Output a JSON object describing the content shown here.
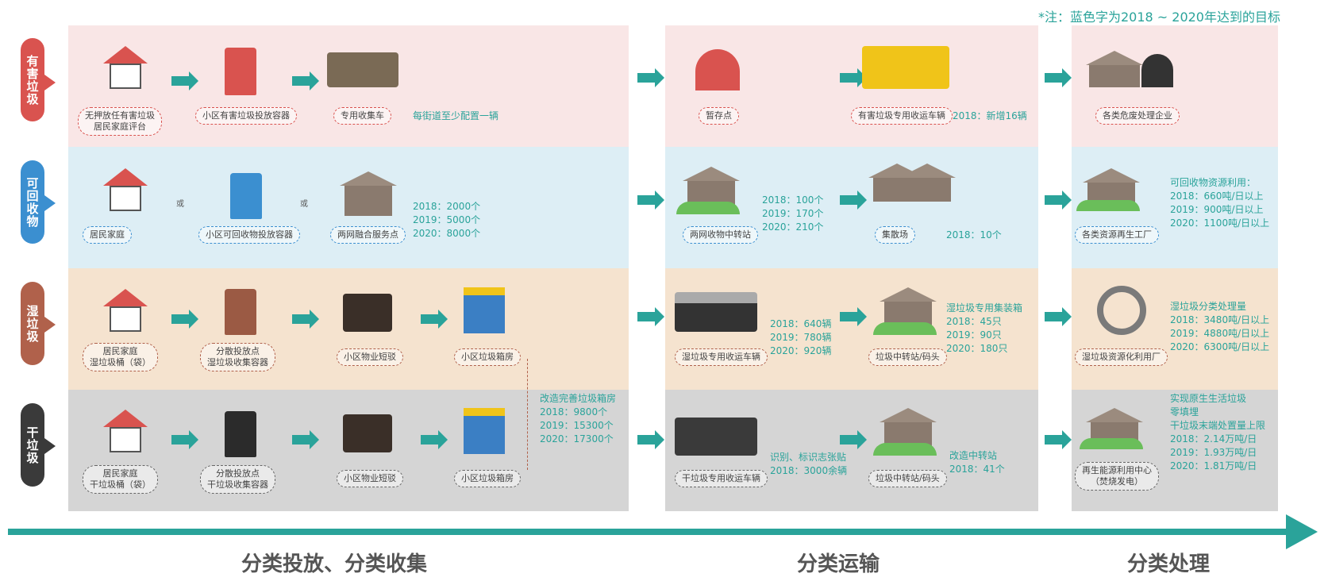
{
  "note": "*注：蓝色字为2018 ~ 2020年达到的目标",
  "colors": {
    "teal": "#2aa39a",
    "red": "#d9534f",
    "blue": "#3b8fd0",
    "brown": "#b0614b",
    "dark": "#3a3a3a"
  },
  "rows": [
    {
      "label": "有害垃圾",
      "color": "#d9534f",
      "tags": [
        "无押放任有害垃圾\n居民家庭评台",
        "小区有害垃圾投放容器",
        "专用收集车",
        "暂存点",
        "有害垃圾专用收运车辆",
        "各类危废处理企业"
      ],
      "stats": [
        "每街道至少配置一辆",
        "2018：新增16辆"
      ]
    },
    {
      "label": "可回收物",
      "color": "#3b8fd0",
      "tags": [
        "居民家庭",
        "小区可回收物投放容器",
        "两网融合服务点",
        "两网收物中转站",
        "集散场",
        "各类资源再生工厂"
      ],
      "stats": {
        "service": [
          "2018：2000个",
          "2019：5000个",
          "2020：8000个"
        ],
        "transfer": [
          "2018：100个",
          "2019：170个",
          "2020：210个"
        ],
        "yard": "2018：10个",
        "recycle": [
          "可回收物资源利用：",
          "2018：660吨/日以上",
          "2019：900吨/日以上",
          "2020：1100吨/日以上"
        ]
      },
      "or": "或"
    },
    {
      "label": "湿垃圾",
      "color": "#b0614b",
      "tags": [
        "居民家庭\n湿垃圾桶（袋）",
        "分散投放点\n湿垃圾收集容器",
        "小区物业短驳",
        "小区垃圾箱房",
        "湿垃圾专用收运车辆",
        "垃圾中转站/码头",
        "湿垃圾资源化利用厂"
      ],
      "stats": {
        "vehicles": [
          "2018：640辆",
          "2019：780辆",
          "2020：920辆"
        ],
        "boxes": [
          "湿垃圾专用集装箱",
          "2018：45只",
          "2019：90只",
          "2020：180只"
        ],
        "process": [
          "湿垃圾分类处理量",
          "2018：3480吨/日以上",
          "2019：4880吨/日以上",
          "2020：6300吨/日以上"
        ]
      }
    },
    {
      "label": "干垃圾",
      "color": "#3a3a3a",
      "tags": [
        "居民家庭\n干垃圾桶（袋）",
        "分散投放点\n干垃圾收集容器",
        "小区物业短驳",
        "小区垃圾箱房",
        "干垃圾专用收运车辆",
        "垃圾中转站/码头",
        "再生能源利用中心\n（焚烧发电）"
      ],
      "stats": {
        "rooms": [
          "改造完善垃圾箱房",
          "2018：9800个",
          "2019：15300个",
          "2020：17300个"
        ],
        "vehicles": [
          "识别、标识志张贴",
          "2018：3000余辆"
        ],
        "station": [
          "改造中转站",
          "2018：41个"
        ],
        "disposal": [
          "实现原生生活垃圾",
          "零填埋",
          "干垃圾末端处置量上限",
          "2018：2.14万吨/日",
          "2019：1.93万吨/日",
          "2020：1.81万吨/日"
        ]
      }
    }
  ],
  "stages": [
    "分类投放、分类收集",
    "分类运输",
    "分类处理"
  ]
}
